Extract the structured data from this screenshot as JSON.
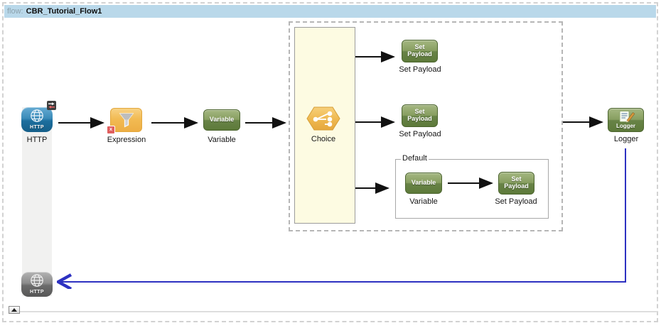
{
  "header": {
    "prefix": "flow:",
    "title": "CBR_Tutorial_Flow1"
  },
  "flow": {
    "source": {
      "icon_text": "HTTP",
      "caption": "HTTP"
    },
    "expression": {
      "caption": "Expression",
      "error_badge": "x"
    },
    "variable": {
      "button": "Variable",
      "caption": "Variable"
    },
    "choice": {
      "caption": "Choice",
      "when_1": {
        "set_payload": {
          "button": "Set Payload",
          "caption": "Set Payload"
        }
      },
      "when_2": {
        "set_payload": {
          "button": "Set Payload",
          "caption": "Set Payload"
        }
      },
      "default": {
        "title": "Default",
        "variable": {
          "button": "Variable",
          "caption": "Variable"
        },
        "set_payload": {
          "button": "Set Payload",
          "caption": "Set Payload"
        }
      }
    },
    "logger": {
      "button": "Logger",
      "caption": "Logger"
    },
    "response": {
      "icon_text": "HTTP"
    }
  },
  "colors": {
    "header_bg": "#b9d8ea",
    "scope_fill": "#fdfbe2",
    "connector_green": "#5d7a3a",
    "http_blue": "#1d6f9e",
    "choice_orange": "#eeb148",
    "response_line": "#2d31c1"
  }
}
